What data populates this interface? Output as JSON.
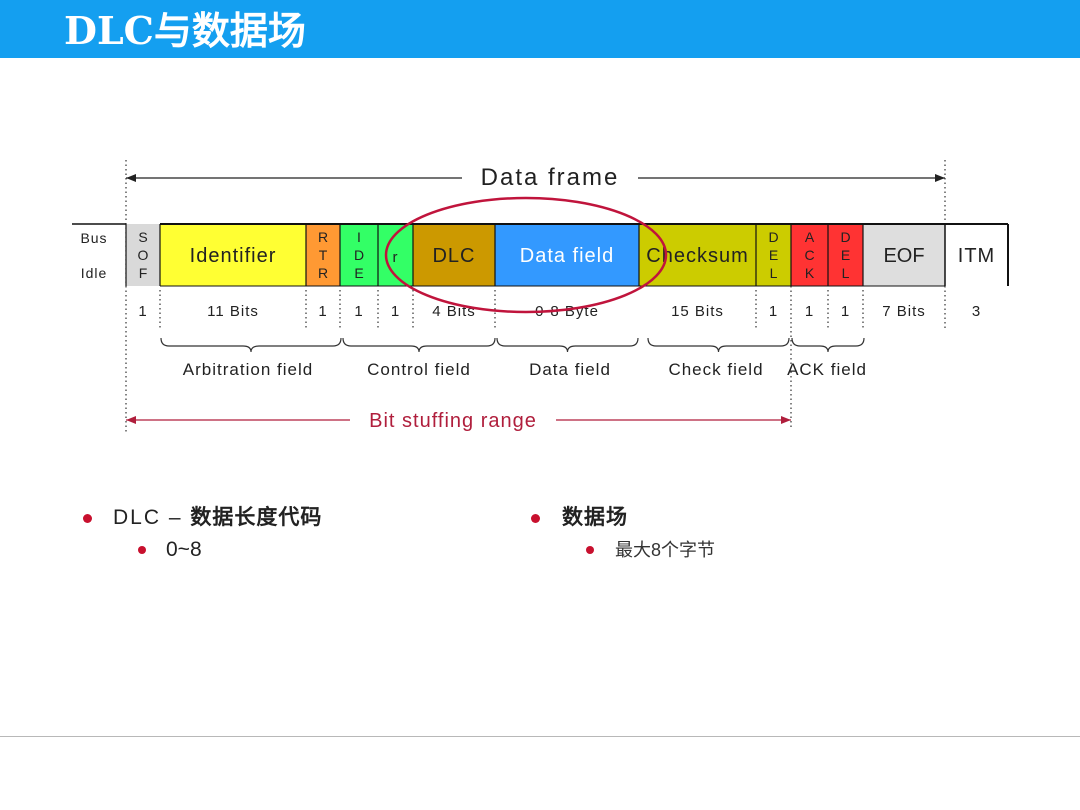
{
  "slide": {
    "title": "DLC与数据场"
  },
  "diagram": {
    "data_frame_label": "Data frame",
    "bit_stuffing_label": "Bit stuffing range",
    "bus_idle": [
      "Bus",
      "Idle"
    ],
    "fields": [
      {
        "id": "sof",
        "label": "S\nO\nF",
        "bits": "1"
      },
      {
        "id": "identifier",
        "label": "Identifier",
        "bits": "11 Bits"
      },
      {
        "id": "rtr",
        "label": "R\nT\nR",
        "bits": "1"
      },
      {
        "id": "ide",
        "label": "I\nD\nE",
        "bits": "1"
      },
      {
        "id": "r",
        "label": "r",
        "bits": "1"
      },
      {
        "id": "dlc",
        "label": "DLC",
        "bits": "4 Bits"
      },
      {
        "id": "data-field",
        "label": "Data field",
        "bits": "0-8 Byte"
      },
      {
        "id": "checksum",
        "label": "Checksum",
        "bits": "15 Bits"
      },
      {
        "id": "crc-del",
        "label": "D\nE\nL",
        "bits": "1"
      },
      {
        "id": "ack",
        "label": "A\nC\nK",
        "bits": "1"
      },
      {
        "id": "ack-del",
        "label": "D\nE\nL",
        "bits": "1"
      },
      {
        "id": "eof",
        "label": "EOF",
        "bits": "7 Bits"
      },
      {
        "id": "itm",
        "label": "ITM",
        "bits": "3"
      }
    ],
    "groups": [
      {
        "id": "arbitration",
        "label": "Arbitration field"
      },
      {
        "id": "control",
        "label": "Control field"
      },
      {
        "id": "data",
        "label": "Data field"
      },
      {
        "id": "check",
        "label": "Check field"
      },
      {
        "id": "ack",
        "label": "ACK field"
      }
    ],
    "colors": {
      "sof": "#d9d9d9",
      "identifier": "#ffff33",
      "rtr": "#ff9933",
      "ide": "#33ff66",
      "r": "#33ff66",
      "dlc": "#cc9900",
      "data-field": "#3399ff",
      "checksum": "#cccc00",
      "crc-del": "#cccc00",
      "ack": "#ff3333",
      "ack-del": "#ff3333",
      "eof": "#dedede",
      "itm": "#ffffff",
      "highlight_ellipse": "#c0143c",
      "bit_stuffing": "#b01e3c"
    }
  },
  "bullets": {
    "left": {
      "main_prefix": "DLC – ",
      "main": "数据长度代码",
      "sub": "0~8"
    },
    "right": {
      "main": "数据场",
      "sub": "最大8个字节"
    }
  }
}
